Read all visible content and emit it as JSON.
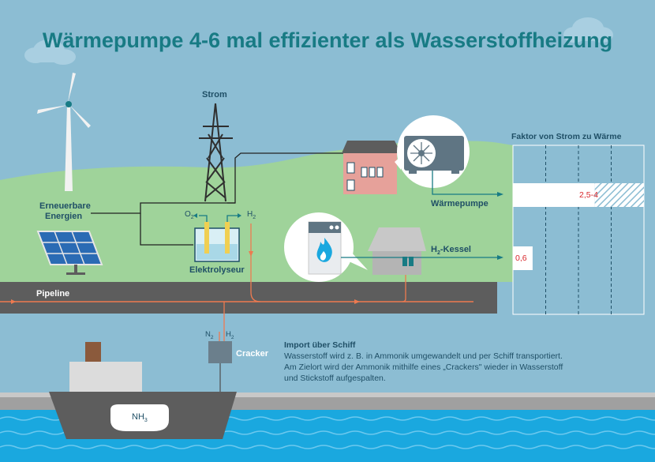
{
  "title": "Wärmepumpe 4-6 mal effizienter als Wasserstoffheizung",
  "labels": {
    "strom": "Strom",
    "erneuerbare_line1": "Erneuerbare",
    "erneuerbare_line2": "Energien",
    "o2": "O",
    "o2_sub": "2",
    "h2": "H",
    "h2_sub": "2",
    "elektrolyseur": "Elektrolyseur",
    "pipeline": "Pipeline",
    "waermepumpe": "Wärmepumpe",
    "h2_kessel": "H",
    "h2_kessel_sub": "2",
    "h2_kessel_suffix": "-Kessel",
    "n2": "N",
    "n2_sub": "2",
    "h2_ship": "H",
    "h2_ship_sub": "2",
    "cracker": "Cracker",
    "nh3": "NH",
    "nh3_sub": "3"
  },
  "import": {
    "heading": "Import über Schiff",
    "line1": "Wasserstoff wird z. B. in Ammonik umgewandelt und per Schiff transportiert.",
    "line2": "Am Zielort wird der Ammonik mithilfe eines „Crackers\" wieder in Wasserstoff",
    "line3": "und Stickstoff aufgespalten."
  },
  "chart_data": {
    "type": "bar",
    "title": "Faktor von Strom zu Wärme",
    "categories": [
      "Wärmepumpe",
      "H2-Kessel"
    ],
    "series": [
      {
        "value_low": 2.5,
        "value_high": 4,
        "label": "2,5-4"
      },
      {
        "value_low": 0.6,
        "value_high": 0.6,
        "label": "0,6"
      }
    ],
    "xlim": [
      0,
      4
    ]
  },
  "colors": {
    "sky": "#8cbdd3",
    "grass": "#9fd39a",
    "road": "#5d5d5d",
    "water": "#1aa8df",
    "title": "#187b84",
    "text": "#1f4f66",
    "accent_red": "#d8262a",
    "pipe_orange": "#ee7a50"
  }
}
